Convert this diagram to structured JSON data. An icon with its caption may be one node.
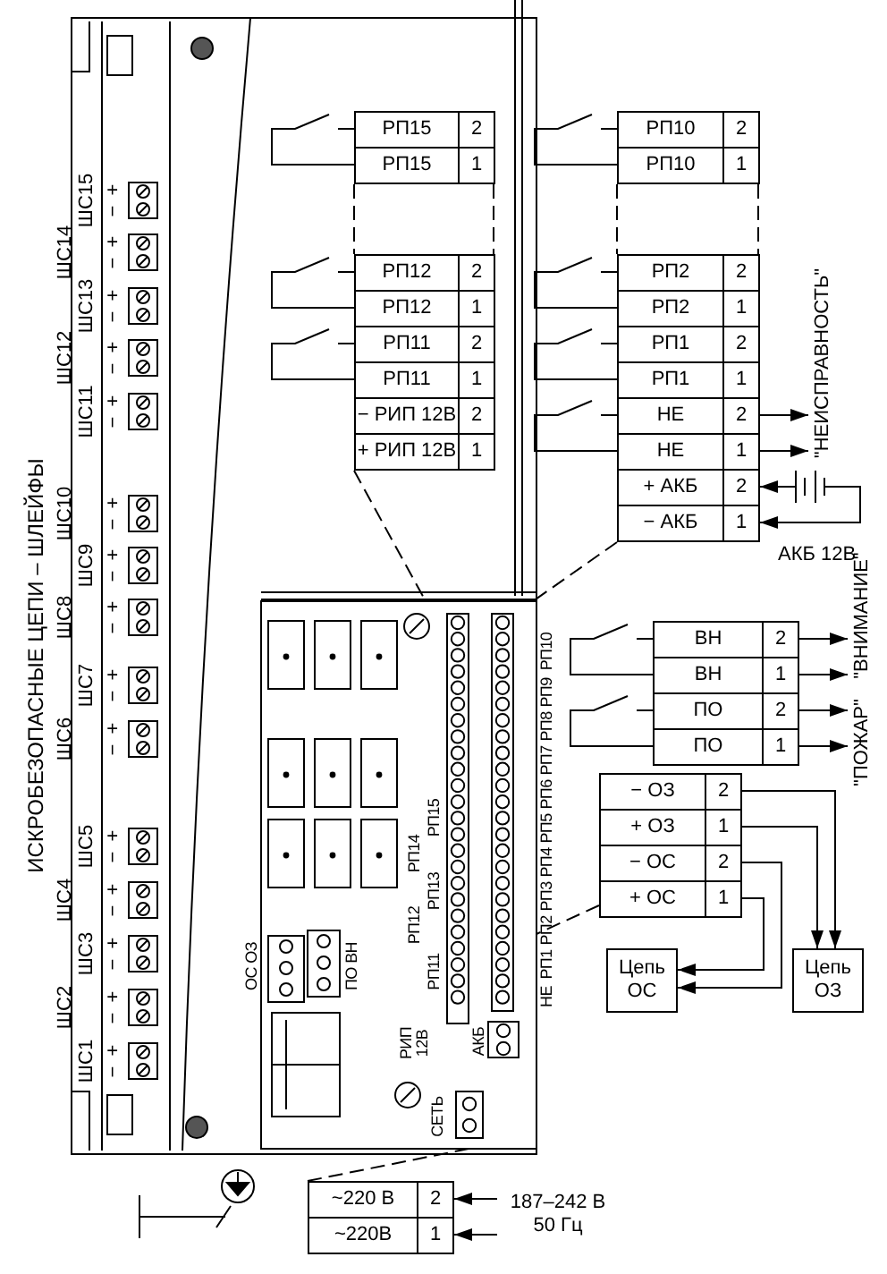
{
  "diagram": {
    "nodes": [
      {
        "text": [
          "РП15",
          "2"
        ]
      },
      {
        "text": [
          "РП15",
          "1"
        ]
      },
      {
        "text": [
          "РП12",
          "2"
        ]
      },
      {
        "text": [
          "РП12",
          "1"
        ]
      },
      {
        "text": [
          "РП11",
          "2"
        ]
      },
      {
        "text": [
          "РП11",
          "1"
        ]
      },
      {
        "text": [
          "− РИП 12В",
          "2"
        ]
      },
      {
        "text": [
          "+ РИП 12В",
          "1"
        ]
      },
      {
        "text": [
          "РП10",
          "2"
        ]
      },
      {
        "text": [
          "РП10",
          "1"
        ]
      },
      {
        "text": [
          "РП2",
          "2"
        ]
      },
      {
        "text": [
          "РП2",
          "1"
        ]
      },
      {
        "text": [
          "РП1",
          "2"
        ]
      },
      {
        "text": [
          "РП1",
          "1"
        ]
      },
      {
        "text": [
          "НЕ",
          "2"
        ]
      },
      {
        "text": [
          "НЕ",
          "1"
        ]
      },
      {
        "text": [
          "+ АКБ",
          "2"
        ]
      },
      {
        "text": [
          "− АКБ",
          "1"
        ]
      },
      {
        "text": [
          "\"НЕИСПРАВНОСТЬ\""
        ]
      },
      {
        "text": [
          "АКБ 12В"
        ]
      },
      {
        "text": [
          "ВН",
          "2"
        ]
      },
      {
        "text": [
          "ВН",
          "1"
        ]
      },
      {
        "text": [
          "ПО",
          "2"
        ]
      },
      {
        "text": [
          "ПО",
          "1"
        ]
      },
      {
        "text": [
          "\"ПОЖАР\""
        ]
      },
      {
        "text": [
          "\"ВНИМАНИЕ\""
        ]
      },
      {
        "text": [
          "− ОЗ",
          "2"
        ]
      },
      {
        "text": [
          "+ ОЗ",
          "1"
        ]
      },
      {
        "text": [
          "− ОС",
          "2"
        ]
      },
      {
        "text": [
          "+ ОС",
          "1"
        ]
      },
      {
        "text": [
          "Цепь ОС"
        ]
      },
      {
        "text": [
          "Цепь ОЗ"
        ]
      },
      {
        "text": [
          "~220 В",
          "2"
        ]
      },
      {
        "text": [
          "~220В",
          "1"
        ]
      },
      {
        "text": [
          "187–242 В 50 Гц"
        ]
      },
      {
        "text": [],
        "shape": "picture"
      }
    ],
    "edges": [
      {
        "from": 14,
        "to": 18,
        "arrow": "to"
      },
      {
        "from": 15,
        "to": 18,
        "arrow": "to"
      },
      {
        "from": 19,
        "to": 16,
        "arrow": "to"
      },
      {
        "from": 19,
        "to": 17,
        "arrow": "to"
      },
      {
        "from": 20,
        "to": 25,
        "arrow": "to"
      },
      {
        "from": 21,
        "to": 25,
        "arrow": "to"
      },
      {
        "from": 22,
        "to": 24,
        "arrow": "to"
      },
      {
        "from": 23,
        "to": 24,
        "arrow": "to"
      },
      {
        "from": 26,
        "to": 31,
        "arrow": "to"
      },
      {
        "from": 27,
        "to": 31,
        "arrow": "to"
      },
      {
        "from": 28,
        "to": 30,
        "arrow": "to"
      },
      {
        "from": 29,
        "to": 30,
        "arrow": "to"
      },
      {
        "from": 34,
        "to": 32,
        "arrow": "to"
      },
      {
        "from": 34,
        "to": 33,
        "arrow": "to"
      },
      {
        "from": 7,
        "to": 35,
        "arrow": "none",
        "style": "dashed"
      },
      {
        "from": 17,
        "to": 35,
        "arrow": "none",
        "style": "dashed"
      },
      {
        "from": 29,
        "to": 35,
        "arrow": "none",
        "style": "dashed"
      },
      {
        "from": 32,
        "to": 35,
        "arrow": "none",
        "style": "dashed"
      }
    ],
    "labels": [
      "ИСКРОБЕЗОПАСНЫЕ ЦЕПИ – ШЛЕЙФЫ",
      "ШС1",
      "ШС2",
      "ШС3",
      "ШС4",
      "ШС5",
      "ШС6",
      "ШС7",
      "ШС8",
      "ШС9",
      "ШС10",
      "ШС11",
      "ШС12",
      "ШС13",
      "ШС14",
      "ШС15",
      "+",
      "−",
      "+",
      "−",
      "+",
      "−",
      "+",
      "−",
      "+",
      "−",
      "+",
      "−",
      "+",
      "−",
      "+",
      "−",
      "+",
      "−",
      "+",
      "−",
      "+",
      "−",
      "+",
      "−",
      "+",
      "−",
      "+",
      "−",
      "+",
      "−",
      "ОС ОЗ",
      "ПО ВН",
      "РП11",
      "РП12",
      "РП13",
      "РП14",
      "РП15",
      "РИП 12В",
      "АКБ",
      "СЕТЬ",
      "НЕ",
      "РП1",
      "РП2",
      "РП3",
      "РП4",
      "РП5",
      "РП6",
      "РП7",
      "РП8",
      "РП9",
      "РП10"
    ]
  }
}
